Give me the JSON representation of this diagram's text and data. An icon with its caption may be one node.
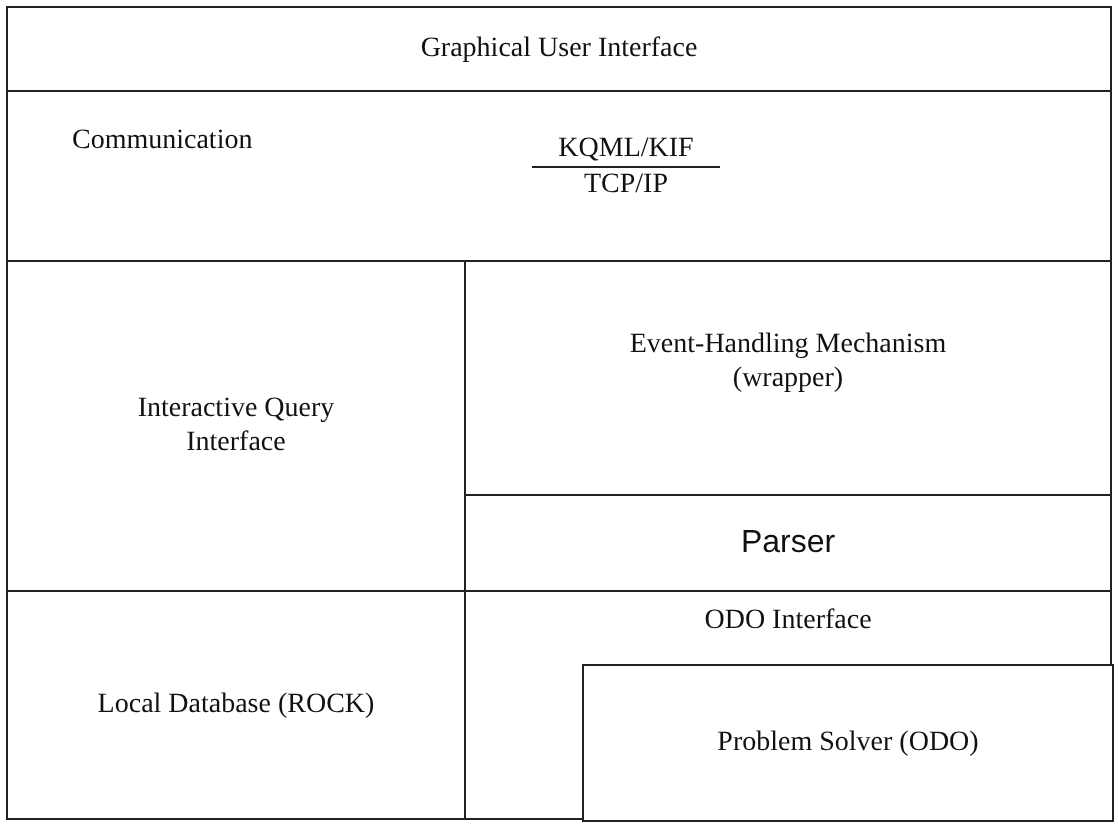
{
  "diagram": {
    "nodes": [
      {
        "text": [
          "Graphical User Interface"
        ]
      },
      {
        "text": [
          "Communication",
          "KQML/KIF",
          "TCP/IP"
        ]
      },
      {
        "text": [
          "Interactive Query Interface"
        ]
      },
      {
        "text": [
          "Event-Handling Mechanism (wrapper)"
        ]
      },
      {
        "text": [
          "Parser"
        ]
      },
      {
        "text": [
          "Local Database (ROCK)"
        ]
      },
      {
        "text": [
          "ODO Interface"
        ]
      },
      {
        "text": [
          "Problem Solver (ODO)"
        ],
        "in": 6
      }
    ],
    "edges": []
  }
}
